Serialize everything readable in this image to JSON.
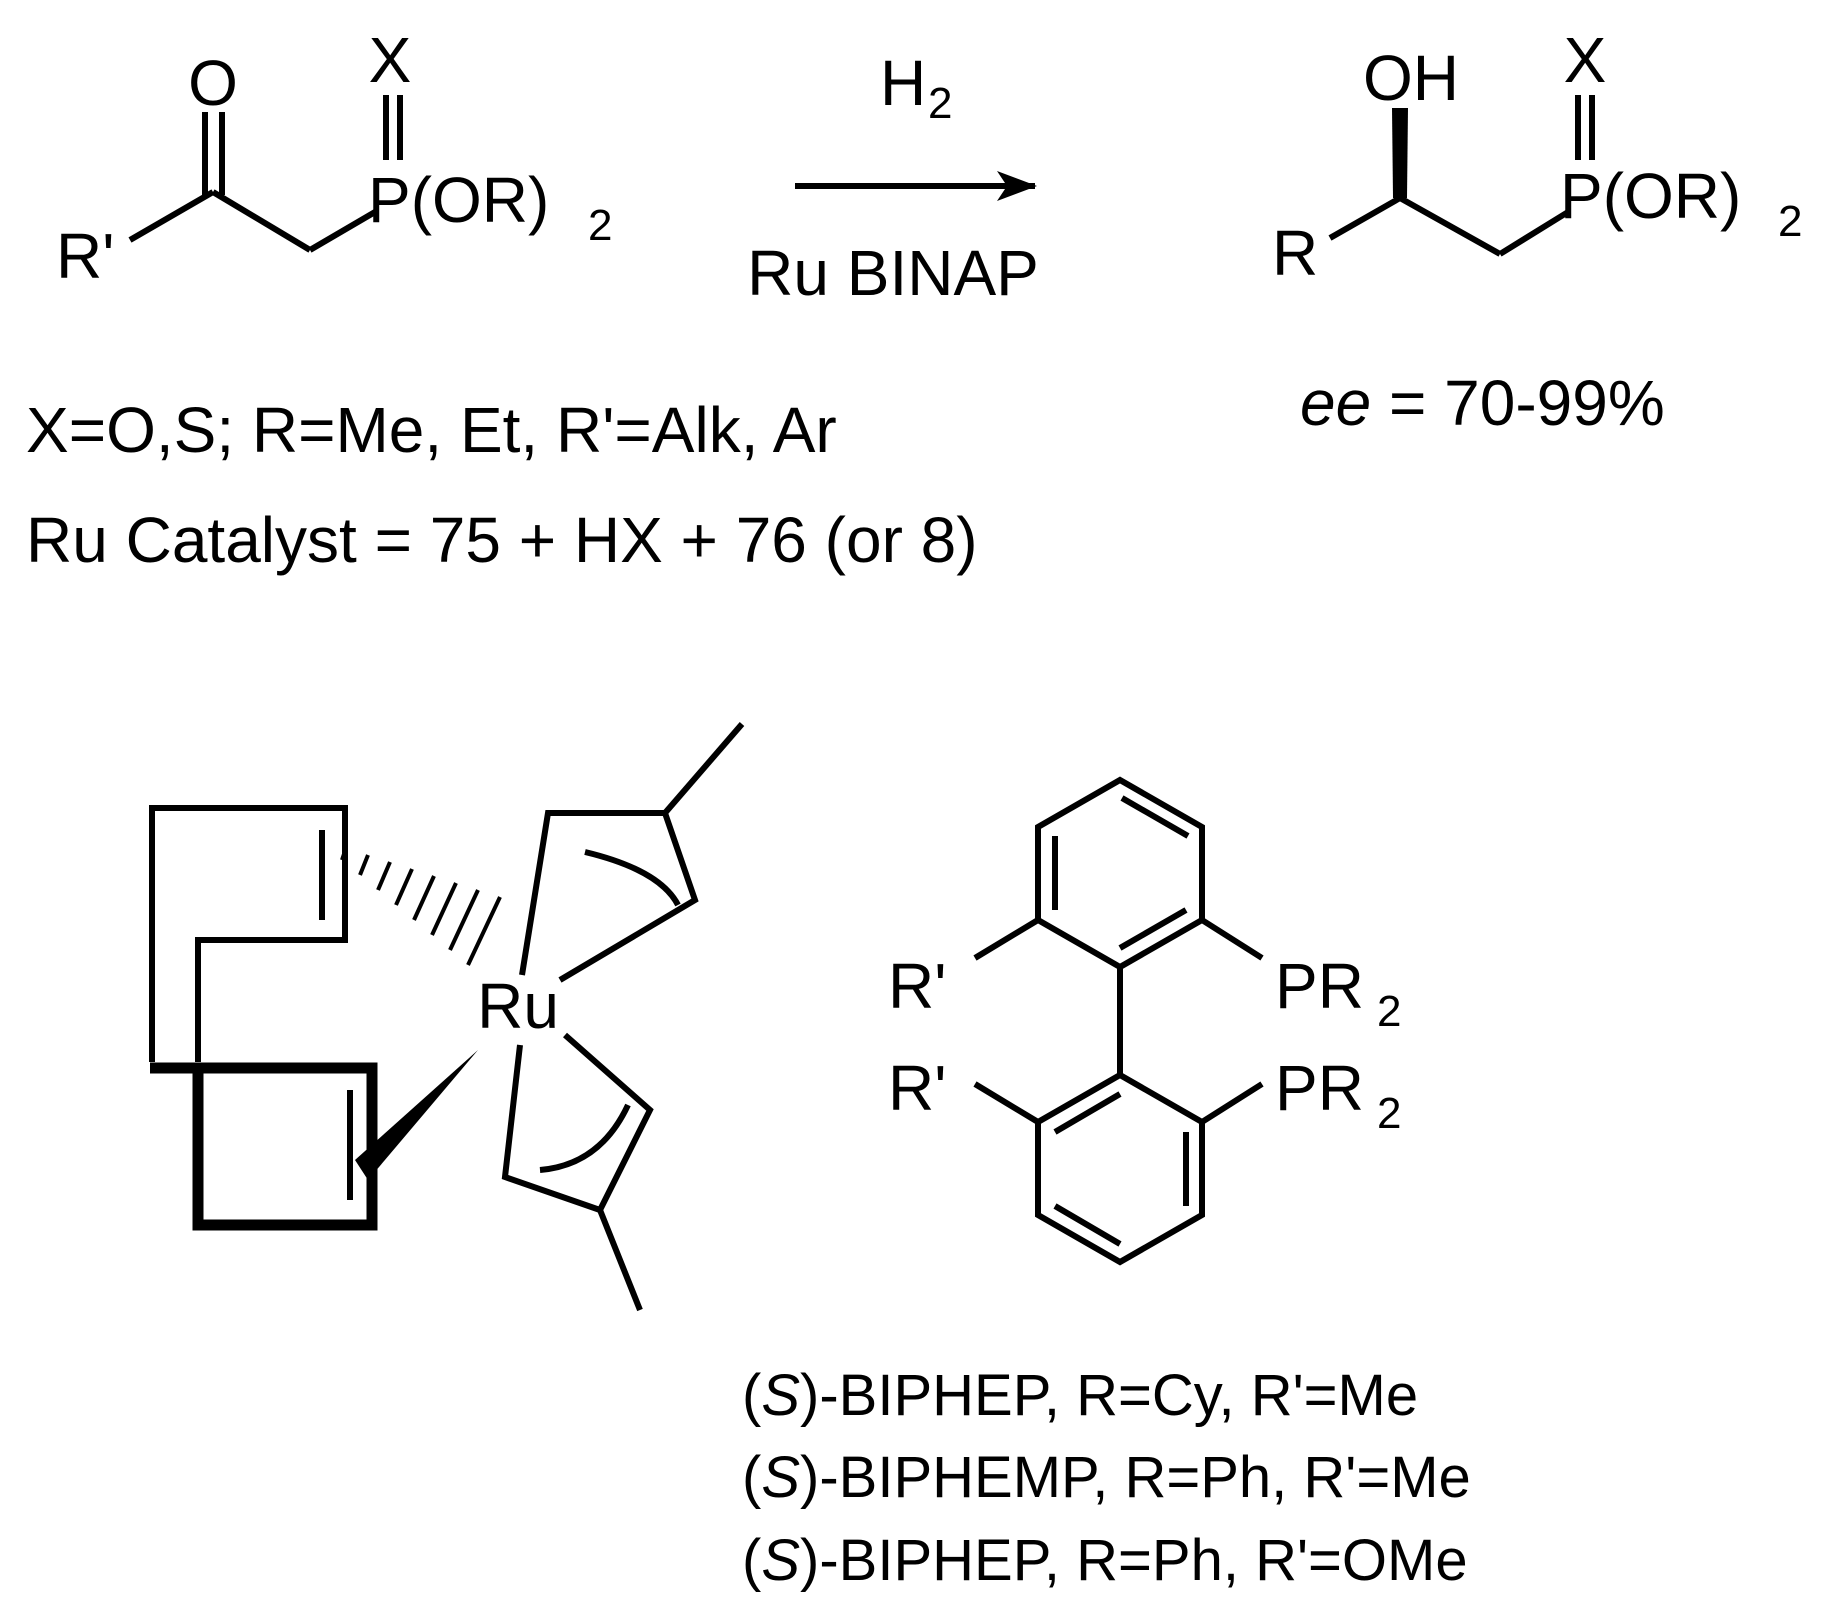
{
  "reaction": {
    "reactant": {
      "ketone_o": "O",
      "x_atom": "X",
      "r_prime": "R'",
      "phosphonate_main": "P(OR)",
      "phosphonate_sub": "2"
    },
    "conditions": {
      "above_main": "H",
      "above_sub": "2",
      "below": "Ru BINAP"
    },
    "product": {
      "oh": "OH",
      "x_atom": "X",
      "r": "R",
      "phosphonate_main": "P(OR)",
      "phosphonate_sub": "2",
      "ee_italic": "ee",
      "ee_rest": " = 70-99%"
    },
    "notes": {
      "line1": "X=O,S; R=Me, Et, R'=Alk, Ar",
      "line2": "Ru Catalyst = 75 + HX + 76 (or 8)"
    }
  },
  "catalyst": {
    "metal": "Ru"
  },
  "ligand": {
    "r_prime_top": "R'",
    "r_prime_bottom": "R'",
    "pr2_top_main": "PR",
    "pr2_top_sub": "2",
    "pr2_bottom_main": "PR",
    "pr2_bottom_sub": "2",
    "captions": [
      {
        "open": "(",
        "stereo": "S",
        "rest": ")-BIPHEP, R=Cy, R'=Me"
      },
      {
        "open": "(",
        "stereo": "S",
        "rest": ")-BIPHEMP, R=Ph, R'=Me"
      },
      {
        "open": "(",
        "stereo": "S",
        "rest": ")-BIPHEP, R=Ph, R'=OMe"
      }
    ]
  }
}
